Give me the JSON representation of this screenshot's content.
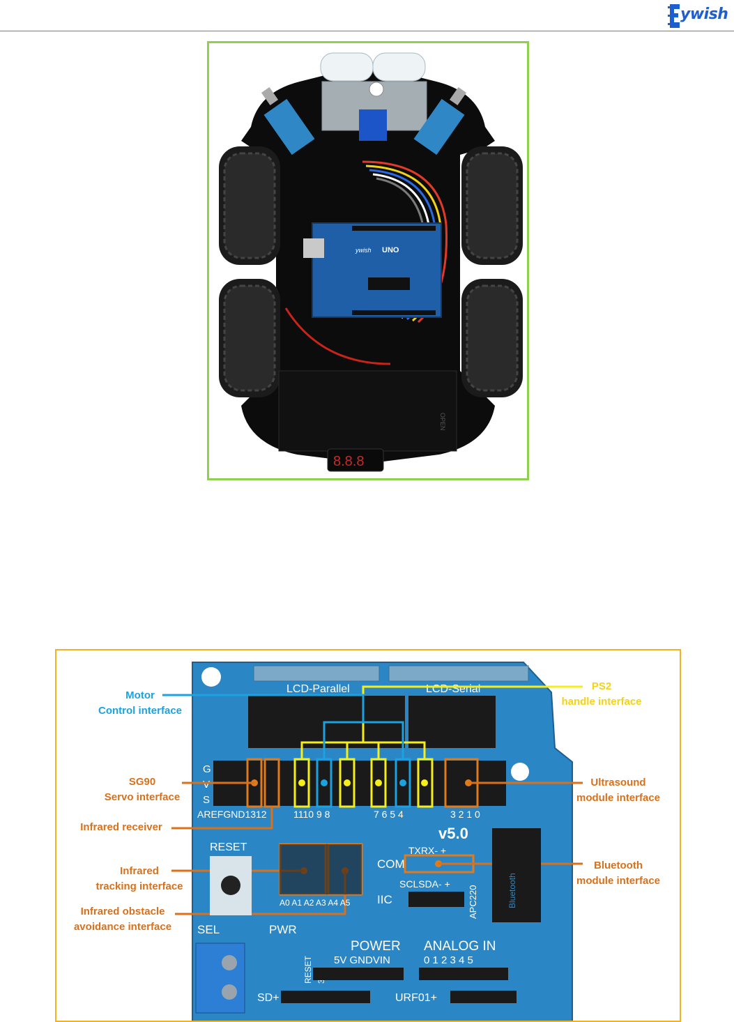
{
  "header": {
    "logo_text": "ywish"
  },
  "car_photo": {
    "board_label": "UNO",
    "board_brand": "ywish",
    "battery_label": "OPEN",
    "display_readout": "8.8.8"
  },
  "shield_board": {
    "header_labels": {
      "lcd_parallel": "LCD-Parallel",
      "lcd_serial": "LCD-Serial",
      "version": "v5.0",
      "reset": "RESET",
      "com": "COM",
      "txrx": "TXRX-  +",
      "iic": "IIC",
      "sclsda": "SCLSDA-  +",
      "apc220": "APC220",
      "bluetooth": "Bluetooth",
      "sel": "SEL",
      "pwr": "PWR",
      "power": "POWER",
      "power_pins": "5V GNDVIN",
      "reset_pin": "RESET",
      "v3_pin": "3V3",
      "analog_in": "ANALOG  IN",
      "analog_nums": "0 1 2 3 4 5",
      "sd": "SD+",
      "urf01": "URF01+",
      "gvs_g": "G",
      "gvs_v": "V",
      "gvs_s": "S",
      "digital_left": "AREFGND1312",
      "digital_11_8": "1110 9  8",
      "digital_7_4": "7  6  5  4",
      "digital_3_0": "3  2  1  0",
      "analog_row": "A0 A1 A2 A3 A4 A5"
    },
    "callouts": {
      "motor": [
        "Motor",
        "Control interface"
      ],
      "ps2": [
        "PS2",
        "handle interface"
      ],
      "sg90": [
        "SG90",
        "Servo interface"
      ],
      "ultrasound": [
        "Ultrasound",
        "module interface"
      ],
      "ir_receiver": [
        "Infrared receiver"
      ],
      "ir_tracking": [
        "Infrared",
        "tracking interface"
      ],
      "bluetooth": [
        "Bluetooth",
        "module interface"
      ],
      "ir_obstacle": [
        "Infrared obstacle",
        "avoidance interface"
      ]
    },
    "colors": {
      "motor": "#1aa3e0",
      "ps2": "#f6ee1a",
      "servo_and_modules": "#e07b1c",
      "board": "#2b86c5",
      "label_blue": "#1aa3e0",
      "label_yellow": "#f3d21a",
      "label_orange": "#d9701a"
    }
  }
}
